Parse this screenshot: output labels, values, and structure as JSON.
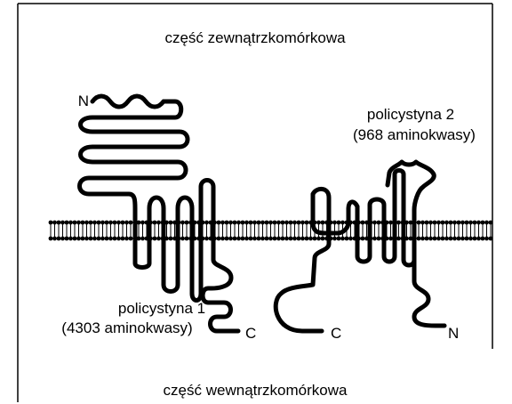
{
  "regions": {
    "extracellular": "część zewnątrzkomórkowa",
    "intracellular": "część wewnątrzkomórkowa"
  },
  "policystin1": {
    "name": "policystyna 1",
    "length": "(4303 aminokwasy)",
    "n_terminus": "N",
    "c_terminus": "C"
  },
  "policystin2": {
    "name": "policystyna 2",
    "length": "(968 aminokwasy)",
    "n_terminus": "N",
    "c_terminus": "C"
  },
  "colors": {
    "line": "#000000",
    "background": "#ffffff"
  }
}
